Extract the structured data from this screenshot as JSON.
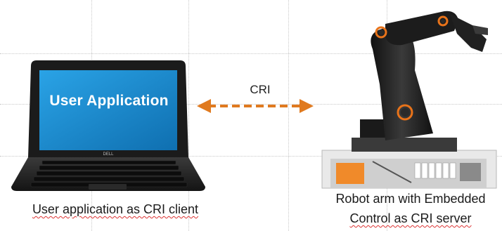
{
  "laptop": {
    "screen_text": "User Application",
    "brand_mark": "DELL"
  },
  "connection": {
    "label": "CRI",
    "arrow_color": "#e07a1f"
  },
  "captions": {
    "client": "User application as CRI client",
    "server_line1": "Robot arm with Embedded",
    "server_line2": "Control as CRI server"
  },
  "colors": {
    "screen_blue": "#1c89cf",
    "robot_black": "#1e1e1e",
    "joint_orange": "#e8731a"
  }
}
